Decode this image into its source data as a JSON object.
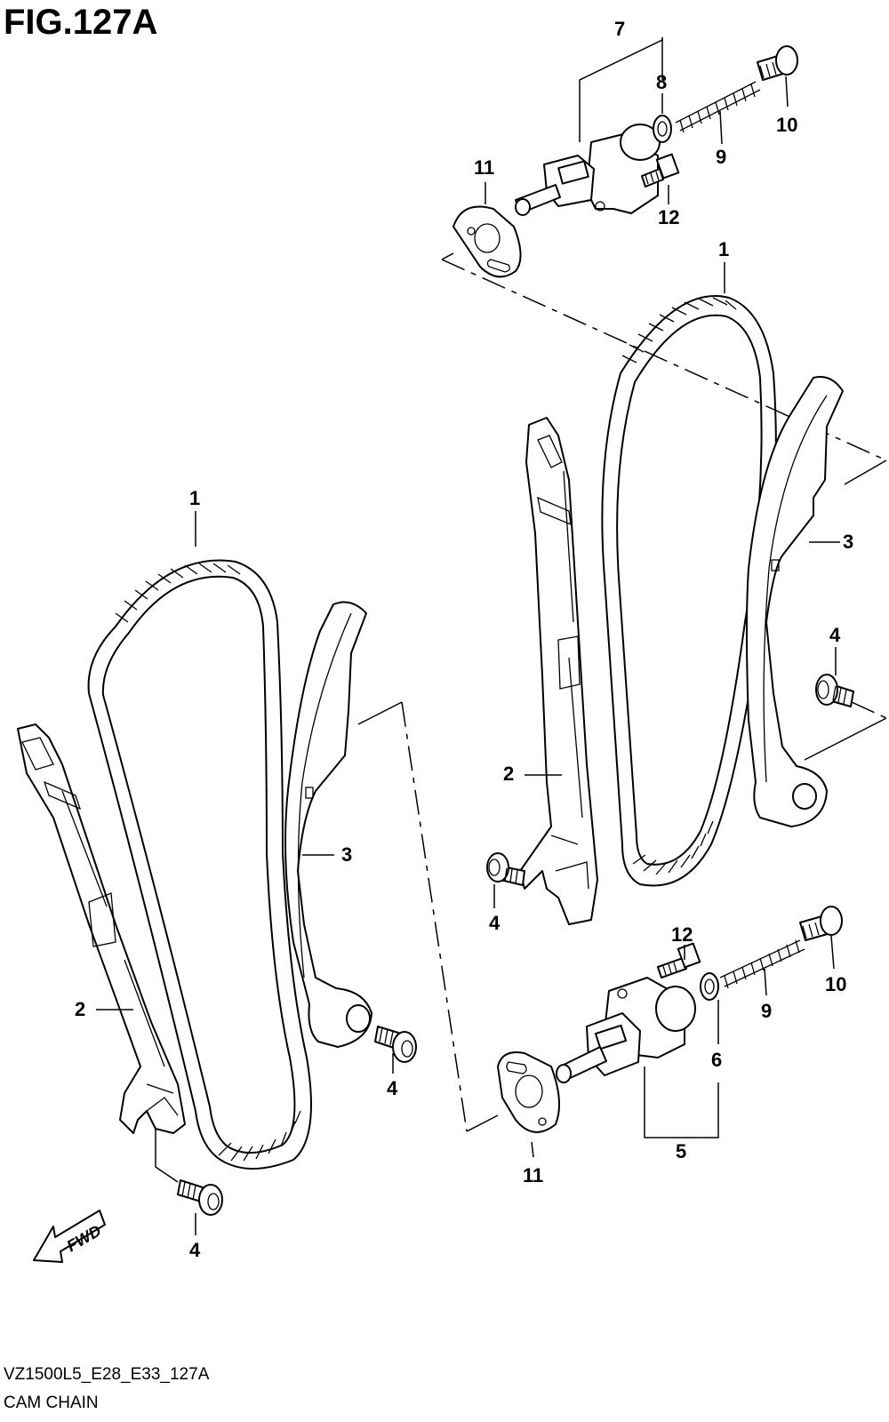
{
  "figure": {
    "title": "FIG.127A",
    "model_code": "VZ1500L5_E28_E33_127A",
    "section_name": "CAM CHAIN"
  },
  "direction_arrow": {
    "label": "FWD",
    "icon": "fwd-arrow-icon"
  },
  "callouts": {
    "upper_tensioner_assy": "7",
    "upper_washer": "8",
    "upper_spring": "9",
    "upper_cap_bolt": "10",
    "upper_gasket": "11",
    "upper_bolt": "12",
    "right_chain": "1",
    "right_guide": "2",
    "right_adjuster": "3",
    "right_adjuster_bolt": "4",
    "right_guide_bolt": "4",
    "left_chain": "1",
    "left_guide": "2",
    "left_adjuster": "3",
    "left_adjuster_bolt": "4",
    "left_guide_bolt": "4",
    "lower_bolt": "12",
    "lower_cap_bolt": "10",
    "lower_spring": "9",
    "lower_washer": "6",
    "lower_tensioner_assy": "5",
    "lower_gasket": "11"
  }
}
